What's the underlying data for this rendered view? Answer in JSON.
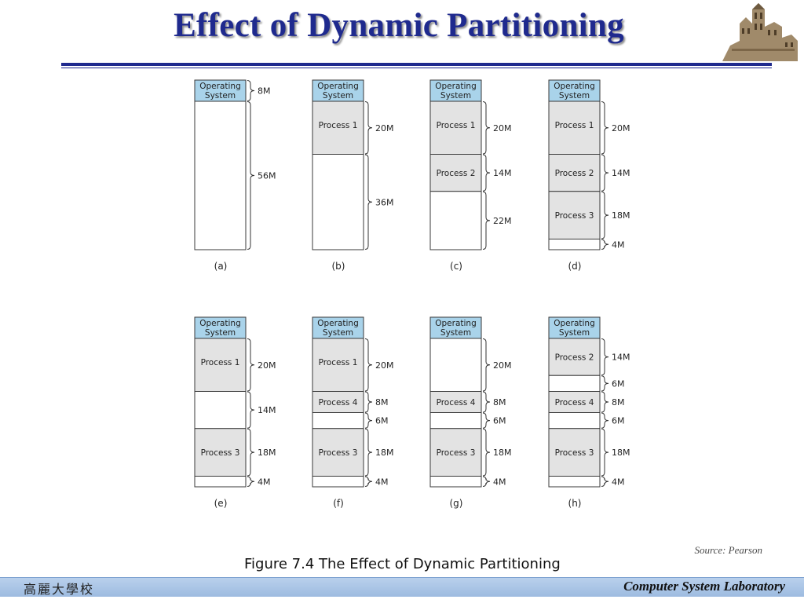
{
  "slide": {
    "title": "Effect of Dynamic Partitioning",
    "source": "Source: Pearson",
    "figure_caption": "Figure 7.4  The Effect of Dynamic Partitioning",
    "footer_left": "高麗大學校",
    "footer_right": "Computer System Laboratory"
  },
  "colors": {
    "title": "#1f2a8e",
    "os_fill": "#a9d3ea",
    "process_fill": "#e3e3e3",
    "hole_fill": "#ffffff",
    "footer": "#aac5e6"
  },
  "diagram": {
    "unit": "M",
    "os_label": "Operating System",
    "panels": [
      {
        "label": "(a)",
        "blocks": [
          {
            "label": "Operating System",
            "size": 8,
            "type": "os",
            "size_label": "8M"
          },
          {
            "label": "",
            "size": 56,
            "type": "hole",
            "size_label": "56M"
          }
        ]
      },
      {
        "label": "(b)",
        "blocks": [
          {
            "label": "Operating System",
            "size": 8,
            "type": "os",
            "size_label": ""
          },
          {
            "label": "Process 1",
            "size": 20,
            "type": "process",
            "size_label": "20M"
          },
          {
            "label": "",
            "size": 36,
            "type": "hole",
            "size_label": "36M"
          }
        ]
      },
      {
        "label": "(c)",
        "blocks": [
          {
            "label": "Operating System",
            "size": 8,
            "type": "os",
            "size_label": ""
          },
          {
            "label": "Process 1",
            "size": 20,
            "type": "process",
            "size_label": "20M"
          },
          {
            "label": "Process 2",
            "size": 14,
            "type": "process",
            "size_label": "14M"
          },
          {
            "label": "",
            "size": 22,
            "type": "hole",
            "size_label": "22M"
          }
        ]
      },
      {
        "label": "(d)",
        "blocks": [
          {
            "label": "Operating System",
            "size": 8,
            "type": "os",
            "size_label": ""
          },
          {
            "label": "Process 1",
            "size": 20,
            "type": "process",
            "size_label": "20M"
          },
          {
            "label": "Process 2",
            "size": 14,
            "type": "process",
            "size_label": "14M"
          },
          {
            "label": "Process 3",
            "size": 18,
            "type": "process",
            "size_label": "18M"
          },
          {
            "label": "",
            "size": 4,
            "type": "hole",
            "size_label": "4M"
          }
        ]
      },
      {
        "label": "(e)",
        "blocks": [
          {
            "label": "Operating System",
            "size": 8,
            "type": "os",
            "size_label": ""
          },
          {
            "label": "Process 1",
            "size": 20,
            "type": "process",
            "size_label": "20M"
          },
          {
            "label": "",
            "size": 14,
            "type": "hole",
            "size_label": "14M"
          },
          {
            "label": "Process 3",
            "size": 18,
            "type": "process",
            "size_label": "18M"
          },
          {
            "label": "",
            "size": 4,
            "type": "hole",
            "size_label": "4M"
          }
        ]
      },
      {
        "label": "(f)",
        "blocks": [
          {
            "label": "Operating System",
            "size": 8,
            "type": "os",
            "size_label": ""
          },
          {
            "label": "Process 1",
            "size": 20,
            "type": "process",
            "size_label": "20M"
          },
          {
            "label": "Process 4",
            "size": 8,
            "type": "process",
            "size_label": "8M"
          },
          {
            "label": "",
            "size": 6,
            "type": "hole",
            "size_label": "6M"
          },
          {
            "label": "Process 3",
            "size": 18,
            "type": "process",
            "size_label": "18M"
          },
          {
            "label": "",
            "size": 4,
            "type": "hole",
            "size_label": "4M"
          }
        ]
      },
      {
        "label": "(g)",
        "blocks": [
          {
            "label": "Operating System",
            "size": 8,
            "type": "os",
            "size_label": ""
          },
          {
            "label": "",
            "size": 20,
            "type": "hole",
            "size_label": "20M"
          },
          {
            "label": "Process 4",
            "size": 8,
            "type": "process",
            "size_label": "8M"
          },
          {
            "label": "",
            "size": 6,
            "type": "hole",
            "size_label": "6M"
          },
          {
            "label": "Process 3",
            "size": 18,
            "type": "process",
            "size_label": "18M"
          },
          {
            "label": "",
            "size": 4,
            "type": "hole",
            "size_label": "4M"
          }
        ]
      },
      {
        "label": "(h)",
        "blocks": [
          {
            "label": "Operating System",
            "size": 8,
            "type": "os",
            "size_label": ""
          },
          {
            "label": "Process 2",
            "size": 14,
            "type": "process",
            "size_label": "14M"
          },
          {
            "label": "",
            "size": 6,
            "type": "hole",
            "size_label": "6M"
          },
          {
            "label": "Process 4",
            "size": 8,
            "type": "process",
            "size_label": "8M"
          },
          {
            "label": "",
            "size": 6,
            "type": "hole",
            "size_label": "6M"
          },
          {
            "label": "Process 3",
            "size": 18,
            "type": "process",
            "size_label": "18M"
          },
          {
            "label": "",
            "size": 4,
            "type": "hole",
            "size_label": "4M"
          }
        ]
      }
    ]
  }
}
